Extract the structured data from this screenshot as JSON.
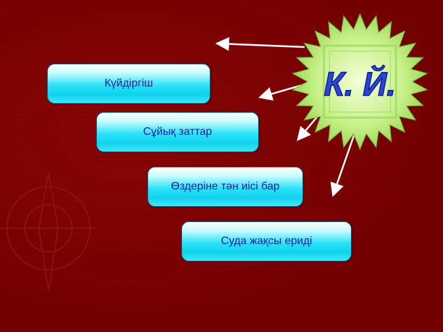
{
  "seal": {
    "text": "К. Й.",
    "fill_color": "#c8f08a",
    "text_color": "#2a45d8"
  },
  "items": [
    {
      "label": "Күйдіргіш"
    },
    {
      "label": "Сұйық заттар"
    },
    {
      "label": "Өздеріне тән иісі бар"
    },
    {
      "label": "Суда жақсы ериді"
    }
  ],
  "colors": {
    "background": "#7d0000",
    "card_fill": "#1fdcf4",
    "card_text": "#1a1fa8",
    "arrow": "#ffffff"
  }
}
